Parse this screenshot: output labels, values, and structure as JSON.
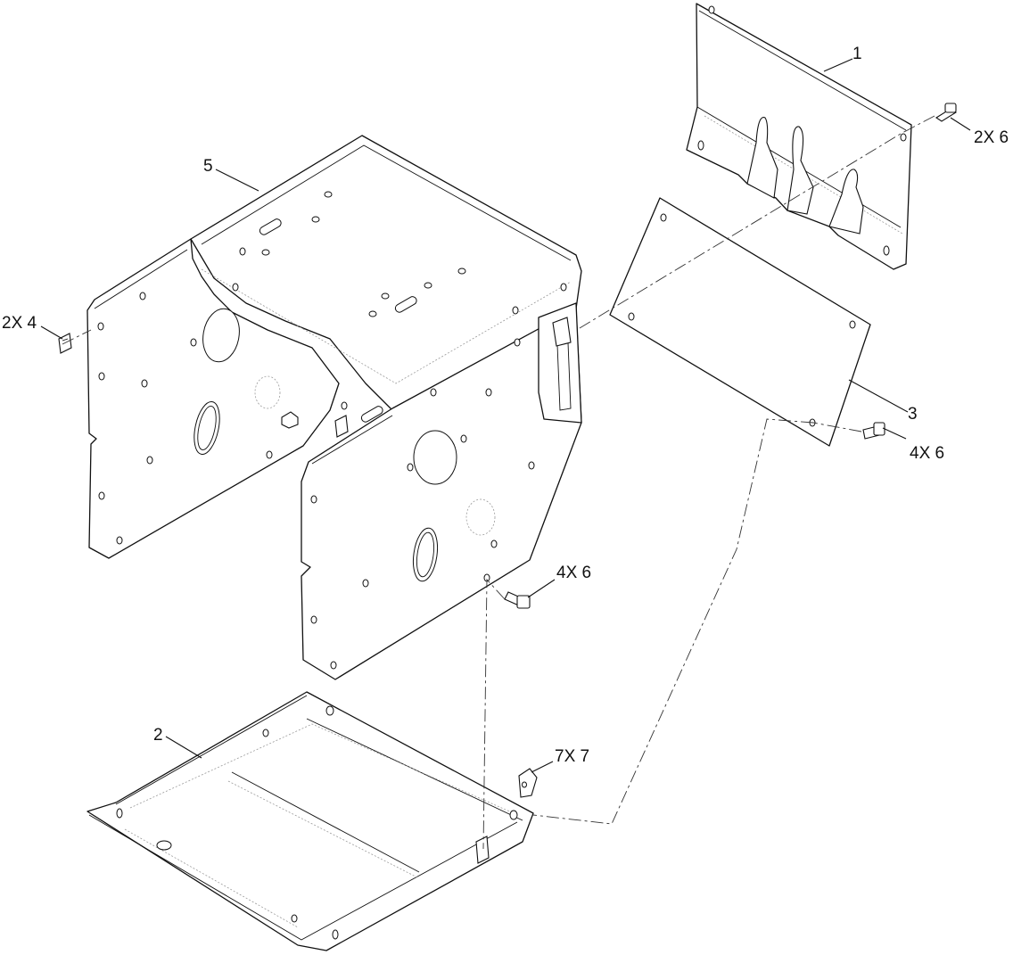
{
  "callouts": {
    "part_1": "1",
    "part_2": "2",
    "part_3": "3",
    "part_5": "5",
    "fastener_top_right": "2X 6",
    "fastener_left": "2X 4",
    "fastener_right_mid": "4X 6",
    "fastener_center": "4X 6",
    "fastener_bottom": "7X 7"
  },
  "colors": {
    "line": "#111111",
    "hidden_line": "#9a9a9a",
    "background": "#ffffff"
  }
}
